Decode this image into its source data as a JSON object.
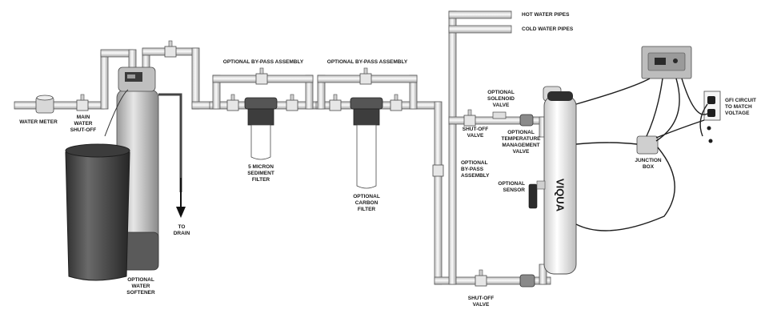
{
  "colors": {
    "pipe": "#e9e9e9",
    "pipe_edge": "#5a5a5a",
    "tank": "#4a4a4a",
    "tank_dark": "#2b2b2b",
    "uv_body": "#f2f2f2",
    "label": "#1a1a1a"
  },
  "labels": {
    "hot_water_pipes": "HOT WATER PIPES",
    "cold_water_pipes": "COLD WATER PIPES",
    "bypass_1": "OPTIONAL BY-PASS ASSEMBLY",
    "bypass_2": "OPTIONAL BY-PASS ASSEMBLY",
    "water_meter": "WATER METER",
    "main_shutoff": "MAIN\nWATER\nSHUT-OFF",
    "to_drain": "TO\nDRAIN",
    "sediment_filter": "5 MICRON\nSEDIMENT\nFILTER",
    "carbon_filter": "OPTIONAL\nCARBON\nFILTER",
    "water_softener": "OPTIONAL\nWATER\nSOFTENER",
    "optional_bypass_vertical": "OPTIONAL\nBY-PASS\nASSEMBLY",
    "shutoff_valve_top": "SHUT-OFF\nVALVE",
    "solenoid_valve": "OPTIONAL\nSOLENOID\nVALVE",
    "temp_valve": "OPTIONAL\nTEMPERATURE\nMANAGEMENT\nVALVE",
    "sensor": "OPTIONAL\nSENSOR",
    "shutoff_valve_bottom": "SHUT-OFF\nVALVE",
    "junction_box": "JUNCTION\nBOX",
    "gfi_circuit": "GFI CIRCUIT\nTO MATCH\nVOLTAGE",
    "brand": "VIQUA"
  },
  "icons": [
    "water-meter-icon",
    "valve-icon",
    "filter-icon",
    "uv-system-icon",
    "controller-icon",
    "junction-box-icon",
    "outlet-icon",
    "drain-arrow-icon"
  ]
}
